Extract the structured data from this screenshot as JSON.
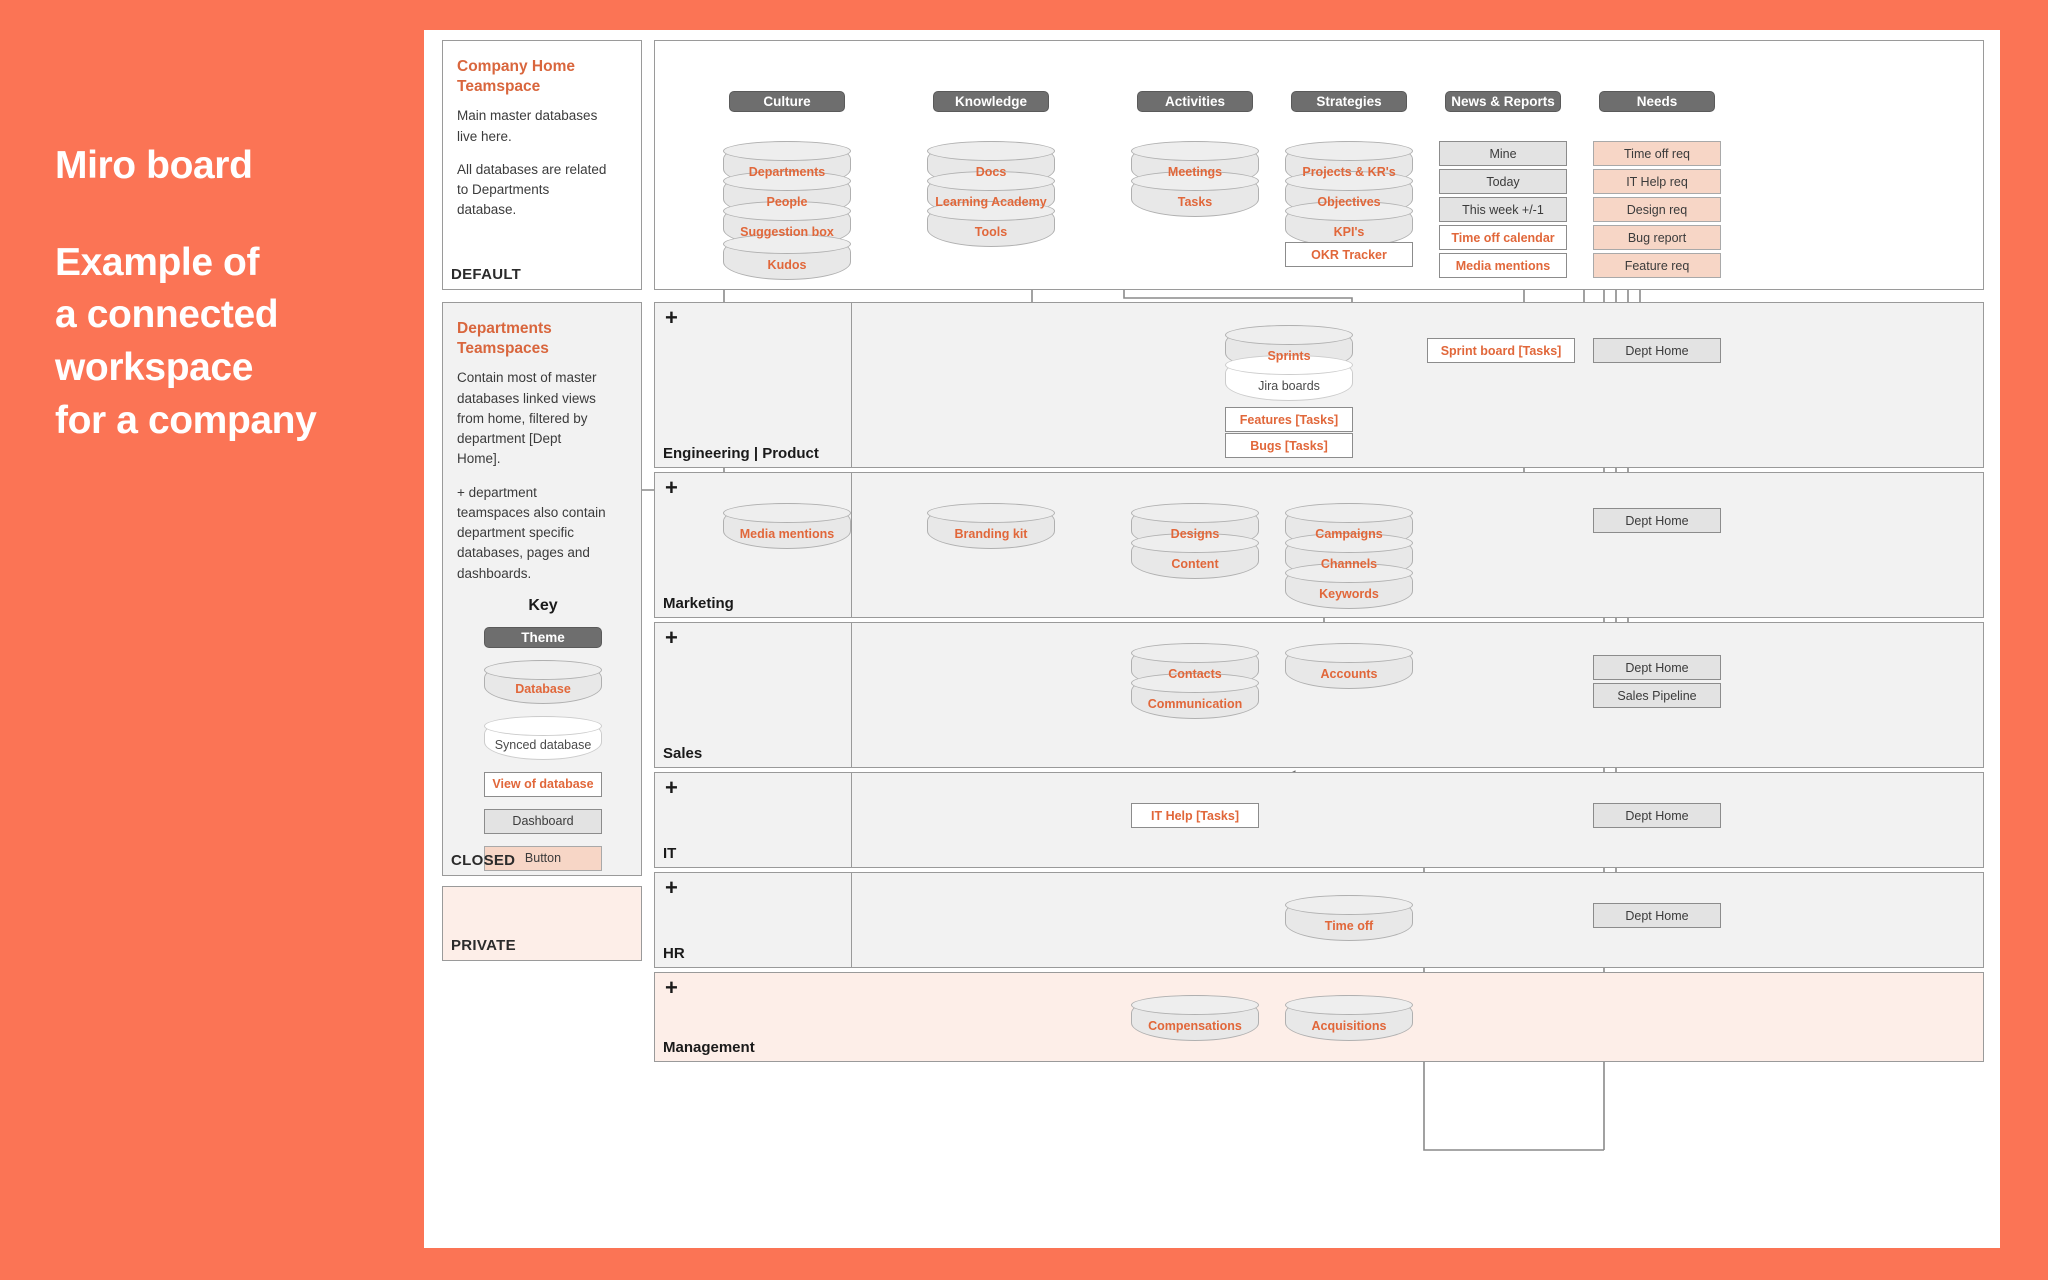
{
  "headline": {
    "line1": "Miro board",
    "line2": "Example of",
    "line3": "a connected",
    "line4": "workspace",
    "line5": "for a company"
  },
  "colors": {
    "background": "#FB7455",
    "board": "#ffffff",
    "accent_orange": "#e1673a",
    "theme_gray": "#6e6e6e",
    "database_fill": "#e8e8e8",
    "button_fill": "#f7d6c6",
    "private_fill": "#fdeee8"
  },
  "sidebar": {
    "card_home": {
      "title": "Company Home\nTeamspace",
      "body1": "Main master databases\nlive here.",
      "body2": "All databases are related\nto Departments\ndatabase.",
      "footer": "DEFAULT"
    },
    "card_departments": {
      "title": "Departments\nTeamspaces",
      "body1": "Contain most of master\ndatabases linked views\nfrom home, filtered by\ndepartment [Dept\nHome].",
      "body2": "+ department\nteamspaces also contain\ndepartment specific\ndatabases, pages and\ndashboards.",
      "footer": "CLOSED",
      "key_heading": "Key",
      "key_items": [
        {
          "label": "Theme",
          "shape": "theme"
        },
        {
          "label": "Database",
          "shape": "database"
        },
        {
          "label": "Synced database",
          "shape": "synced-database"
        },
        {
          "label": "View of database",
          "shape": "view-of-database"
        },
        {
          "label": "Dashboard",
          "shape": "dashboard"
        },
        {
          "label": "Button",
          "shape": "button"
        }
      ]
    },
    "card_private": {
      "footer": "PRIVATE"
    }
  },
  "home": {
    "columns": [
      {
        "theme": "Culture",
        "items": [
          {
            "label": "Departments",
            "shape": "database"
          },
          {
            "label": "People",
            "shape": "database"
          },
          {
            "label": "Suggestion box",
            "shape": "database"
          },
          {
            "label": "Kudos",
            "shape": "database"
          }
        ]
      },
      {
        "theme": "Knowledge",
        "items": [
          {
            "label": "Docs",
            "shape": "database"
          },
          {
            "label": "Learning Academy",
            "shape": "database"
          },
          {
            "label": "Tools",
            "shape": "database"
          }
        ]
      },
      {
        "theme": "Activities",
        "items": [
          {
            "label": "Meetings",
            "shape": "database"
          },
          {
            "label": "Tasks",
            "shape": "database"
          }
        ]
      },
      {
        "theme": "Strategies",
        "items": [
          {
            "label": "Projects & KR's",
            "shape": "database"
          },
          {
            "label": "Objectives",
            "shape": "database"
          },
          {
            "label": "KPI's",
            "shape": "database"
          },
          {
            "label": "OKR Tracker",
            "shape": "view-of-database"
          }
        ]
      },
      {
        "theme": "News & Reports",
        "items": [
          {
            "label": "Mine",
            "shape": "dashboard"
          },
          {
            "label": "Today",
            "shape": "dashboard"
          },
          {
            "label": "This week +/-1",
            "shape": "dashboard"
          },
          {
            "label": "Time off calendar",
            "shape": "view-of-database"
          },
          {
            "label": "Media mentions",
            "shape": "view-of-database"
          }
        ]
      },
      {
        "theme": "Needs",
        "items": [
          {
            "label": "Time off req",
            "shape": "button"
          },
          {
            "label": "IT Help req",
            "shape": "button"
          },
          {
            "label": "Design req",
            "shape": "button"
          },
          {
            "label": "Bug report",
            "shape": "button"
          },
          {
            "label": "Feature req",
            "shape": "button"
          }
        ]
      }
    ]
  },
  "departments": [
    {
      "name": "Engineering | Product",
      "plus": "+",
      "nodes": [
        {
          "label": "Sprints",
          "shape": "database"
        },
        {
          "label": "Jira boards",
          "shape": "synced-database"
        },
        {
          "label": "Features [Tasks]",
          "shape": "view-of-database"
        },
        {
          "label": "Bugs [Tasks]",
          "shape": "view-of-database"
        },
        {
          "label": "Sprint board [Tasks]",
          "shape": "view-of-database"
        },
        {
          "label": "Dept Home",
          "shape": "dashboard"
        }
      ]
    },
    {
      "name": "Marketing",
      "plus": "+",
      "nodes": [
        {
          "label": "Media mentions",
          "shape": "database"
        },
        {
          "label": "Branding kit",
          "shape": "database"
        },
        {
          "label": "Designs",
          "shape": "database"
        },
        {
          "label": "Content",
          "shape": "database"
        },
        {
          "label": "Campaigns",
          "shape": "database"
        },
        {
          "label": "Channels",
          "shape": "database"
        },
        {
          "label": "Keywords",
          "shape": "database"
        },
        {
          "label": "Dept Home",
          "shape": "dashboard"
        }
      ]
    },
    {
      "name": "Sales",
      "plus": "+",
      "nodes": [
        {
          "label": "Contacts",
          "shape": "database"
        },
        {
          "label": "Communication",
          "shape": "database"
        },
        {
          "label": "Accounts",
          "shape": "database"
        },
        {
          "label": "Dept Home",
          "shape": "dashboard"
        },
        {
          "label": "Sales Pipeline",
          "shape": "dashboard"
        }
      ]
    },
    {
      "name": "IT",
      "plus": "+",
      "nodes": [
        {
          "label": "IT Help [Tasks]",
          "shape": "view-of-database"
        },
        {
          "label": "Dept Home",
          "shape": "dashboard"
        }
      ]
    },
    {
      "name": "HR",
      "plus": "+",
      "nodes": [
        {
          "label": "Time off",
          "shape": "database"
        },
        {
          "label": "Dept Home",
          "shape": "dashboard"
        }
      ]
    },
    {
      "name": "Management",
      "plus": "+",
      "nodes": [
        {
          "label": "Compensations",
          "shape": "database"
        },
        {
          "label": "Acquisitions",
          "shape": "database"
        }
      ]
    }
  ]
}
